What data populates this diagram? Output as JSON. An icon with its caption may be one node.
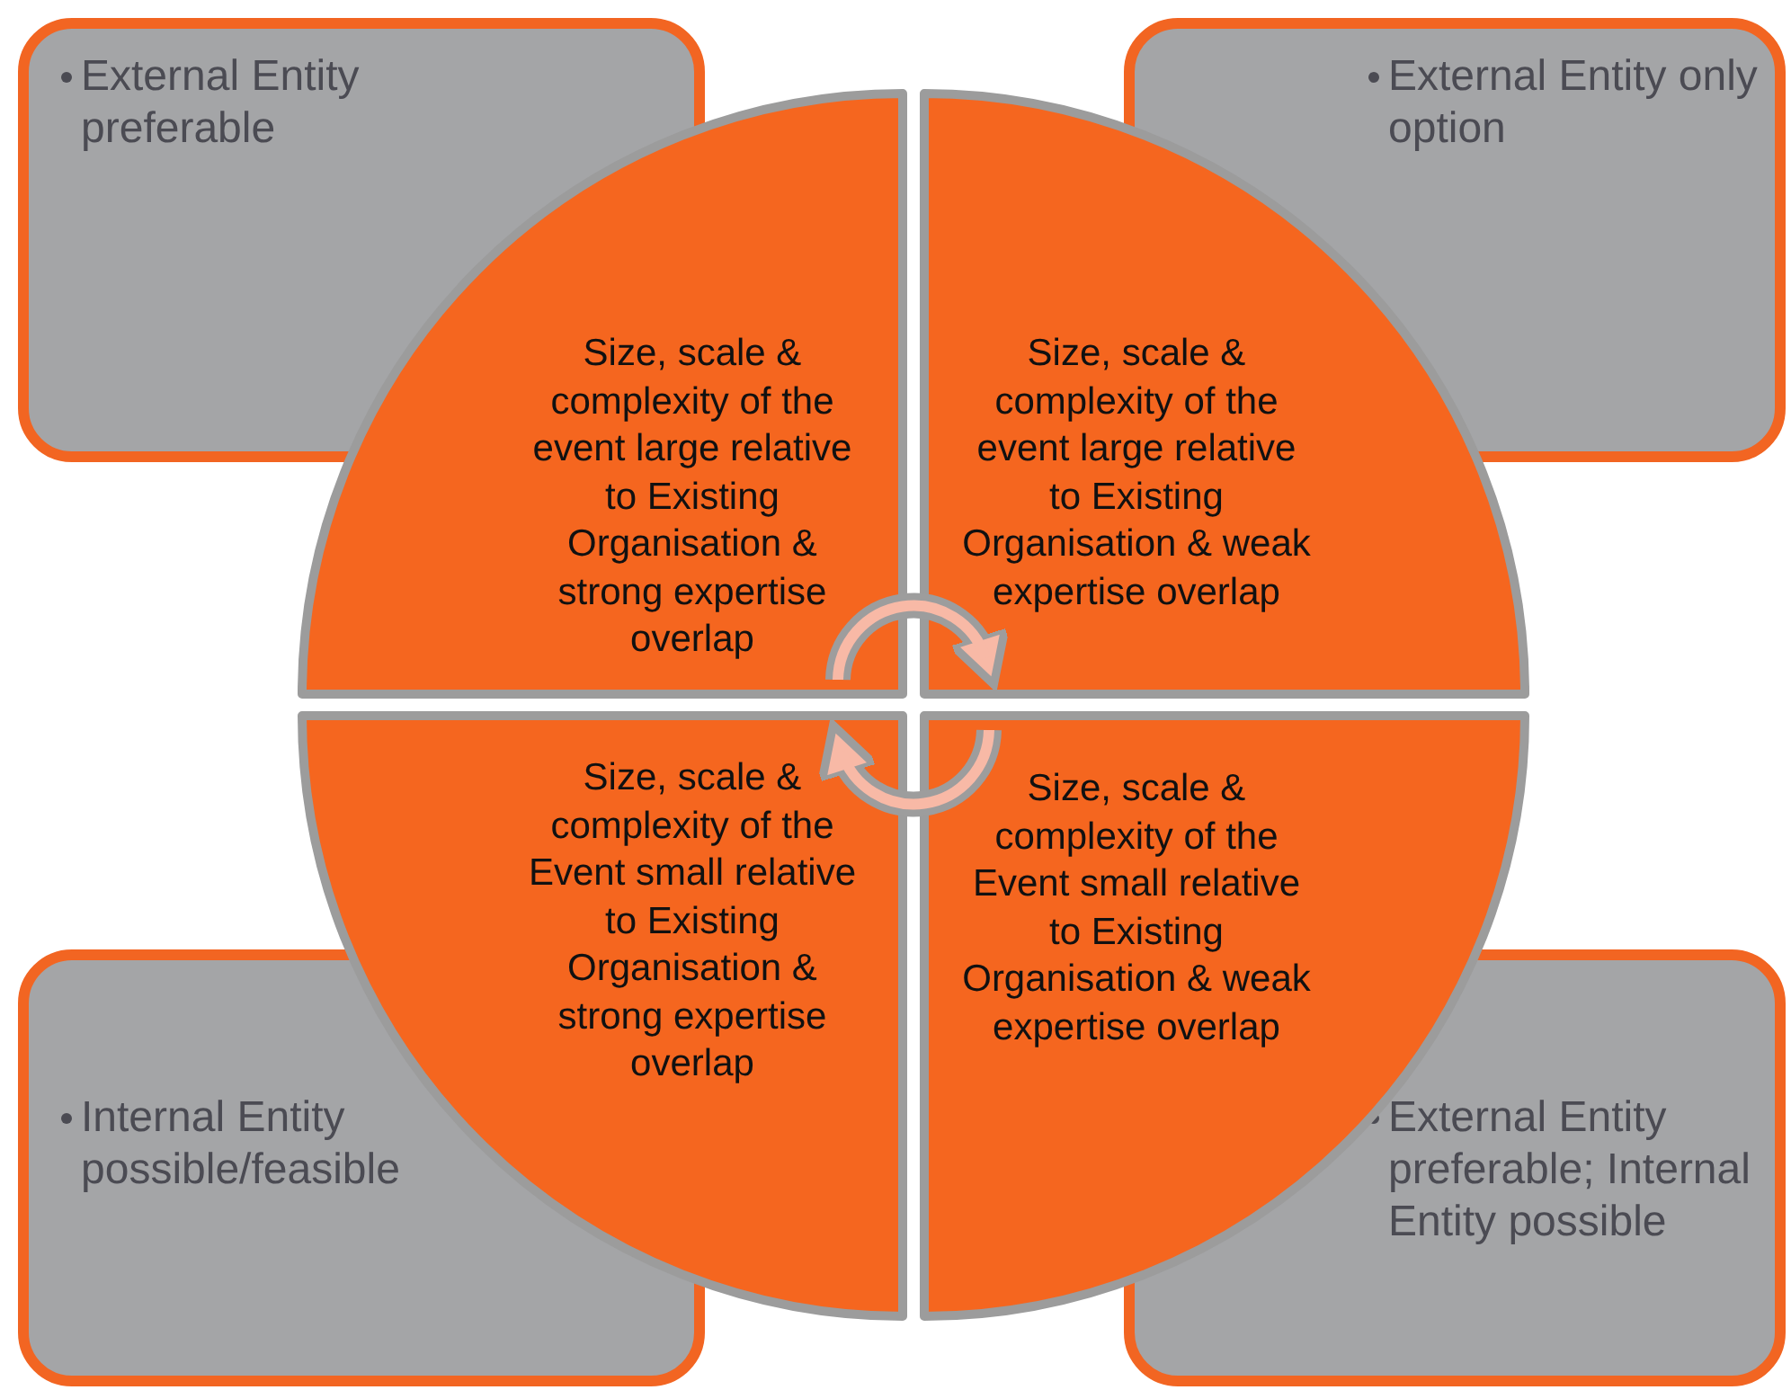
{
  "diagram": {
    "nodes": [
      {
        "text": [
          "External Entity preferable"
        ]
      },
      {
        "text": [
          "External Entity only option"
        ]
      },
      {
        "text": [
          "Internal Entity possible/feasible"
        ]
      },
      {
        "text": [
          "External Entity preferable; Internal Entity possible"
        ]
      },
      {
        "text": [
          "Size, scale & complexity of the event large relative to Existing Organisation & strong expertise overlap"
        ]
      },
      {
        "text": [
          "Size, scale & complexity of the event large relative to Existing Organisation & weak expertise overlap"
        ]
      },
      {
        "text": [
          "Size, scale & complexity of the Event small relative to Existing Organisation & strong expertise overlap"
        ]
      },
      {
        "text": [
          "Size, scale & complexity of the Event small relative to Existing Organisation & weak expertise overlap"
        ]
      }
    ],
    "edges": [
      {
        "from": 4,
        "to": 5,
        "arrow": "to"
      },
      {
        "from": 7,
        "to": 6,
        "arrow": "to"
      }
    ]
  }
}
